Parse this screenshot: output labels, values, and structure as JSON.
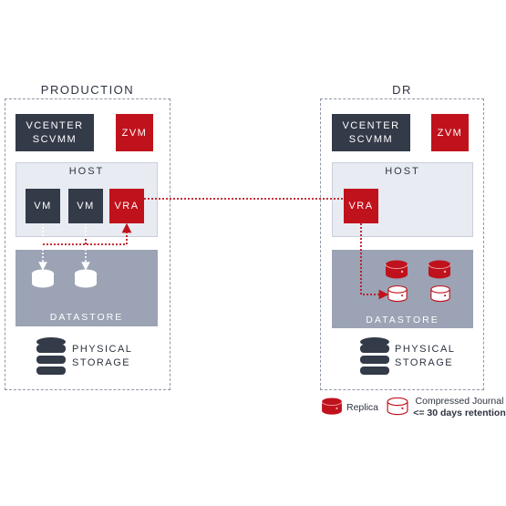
{
  "production": {
    "title": "PRODUCTION",
    "vcenter_line1": "VCENTER",
    "vcenter_line2": "SCVMM",
    "zvm": "ZVM",
    "host": "HOST",
    "vm1": "VM",
    "vm2": "VM",
    "vra": "VRA",
    "datastore": "DATASTORE",
    "physical_line1": "PHYSICAL",
    "physical_line2": "STORAGE"
  },
  "dr": {
    "title": "DR",
    "vcenter_line1": "VCENTER",
    "vcenter_line2": "SCVMM",
    "zvm": "ZVM",
    "host": "HOST",
    "vra": "VRA",
    "datastore": "DATASTORE",
    "physical_line1": "PHYSICAL",
    "physical_line2": "STORAGE"
  },
  "legend": {
    "replica": "Replica",
    "journal_line1": "Compressed Journal",
    "journal_line2": "<= 30 days retention"
  },
  "colors": {
    "dark": "#333a48",
    "red": "#c0121c",
    "host_bg": "#e8ebf2",
    "datastore_bg": "#9ba3b5"
  }
}
